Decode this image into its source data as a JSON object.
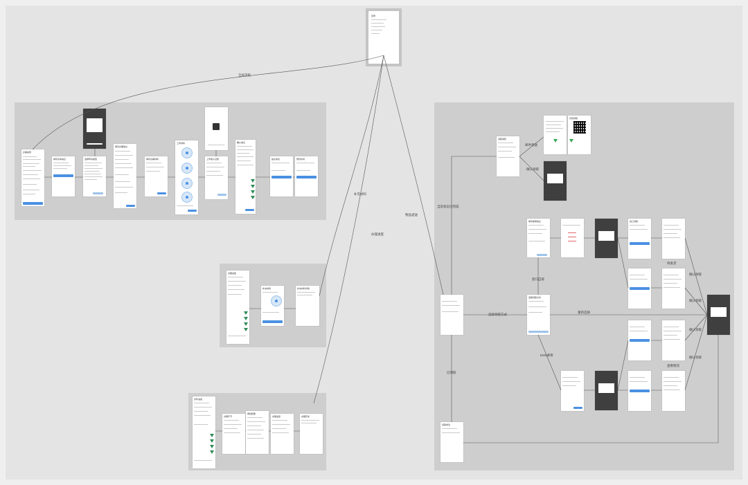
{
  "edge_labels": {
    "top_to_left": "全局流程",
    "top_to_mid1": "补充材料",
    "top_to_mid2": "办理进度",
    "top_to_right": "物品递送",
    "right_wechat": "邮件寄送",
    "right_confirm1": "确认领取",
    "right_checked": "当前状态已完成",
    "right_choose": "选择领取方式",
    "right_window": "窗口自取",
    "right_mail": "EMS邮寄",
    "right_reselect": "重新选择",
    "right_received": "已领取",
    "right_pending": "待发货",
    "right_confirm2": "确认领取",
    "right_confirm3": "确认领取",
    "right_confirm4": "确认领取",
    "right_confirm5": "确认领取",
    "right_logistics": "查看物流"
  },
  "screens": {
    "root": "目录",
    "left_1": "办事指南",
    "left_2": "填写基本信息",
    "left_3": "选择申请类型",
    "left_4": "填写办理信息",
    "left_5": "填写办事材料",
    "left_6": "上传材料",
    "left_7": "上传电子证照",
    "left_8": "确认信息",
    "left_9": "提交成功",
    "left_10": "预约时间",
    "mid_1": "办理进度",
    "mid_2": "补充材料",
    "mid_3": "补充材料详情",
    "low_1": "办件进度",
    "low_2": "办理环节",
    "low_3": "审批结果",
    "low_4": "办理进度",
    "low_5": "办理历史",
    "r_notice": "领取通知",
    "r_qr": "扫码领取",
    "r_mail": "填写邮寄信息",
    "r_method": "选择领取方式",
    "r_window": "窗口领取",
    "r_success": "领取成功"
  },
  "colors": {
    "canvas": "#e4e4e4",
    "group": "#cecece",
    "accent": "#4a90e2",
    "dark_modal": "#3f3f3f",
    "marker": "#2e8b57"
  }
}
